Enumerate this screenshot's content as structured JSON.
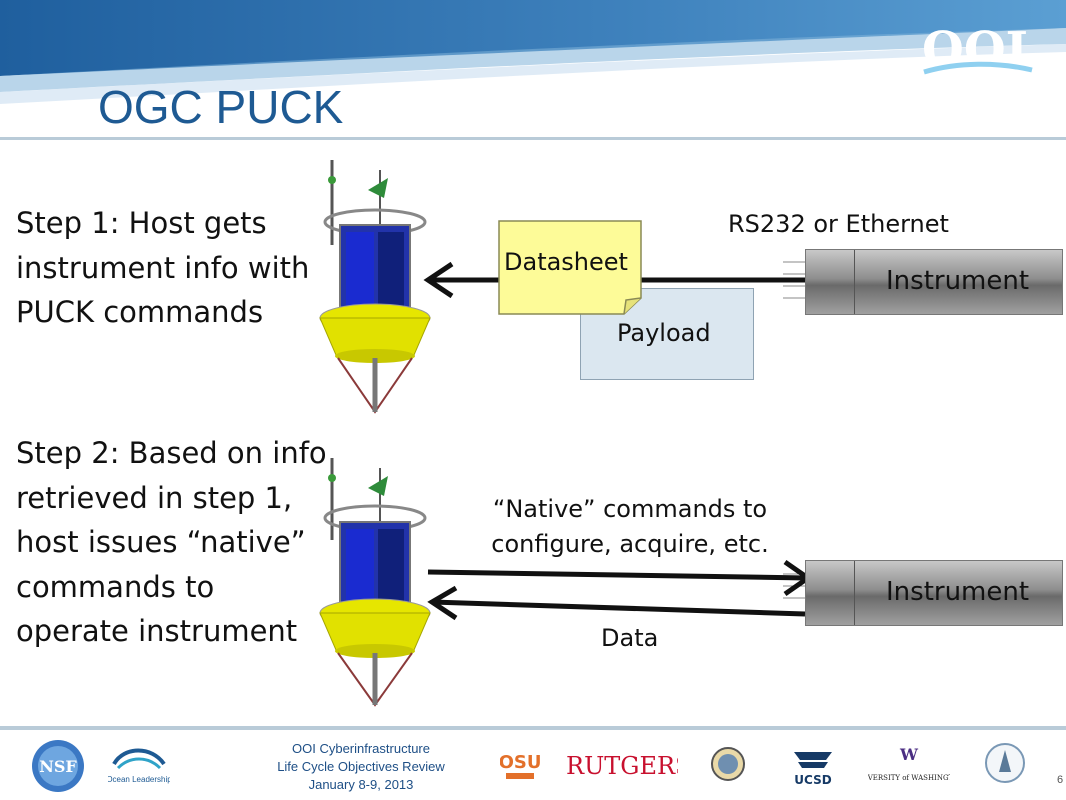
{
  "header": {
    "title": "OGC PUCK",
    "logo_text": "OOI"
  },
  "steps": {
    "step1": "Step 1: Host gets instrument info with PUCK commands",
    "step2": "Step 2: Based on info retrieved in step 1, host issues “native” commands to operate instrument"
  },
  "diagram": {
    "connection_label": "RS232 or Ethernet",
    "datasheet_label": "Datasheet",
    "payload_label": "Payload",
    "instrument_label_1": "Instrument",
    "instrument_label_2": "Instrument",
    "native_commands_label": "“Native” commands to configure, acquire, etc.",
    "data_label": "Data"
  },
  "footer": {
    "line1": "OOI Cyberinfrastructure",
    "line2": "Life Cycle Objectives Review",
    "line3": "January 8-9, 2013",
    "page_number": "6",
    "logos": [
      "NSF",
      "Ocean Leadership",
      "OSU",
      "RUTGERS",
      "UCSD",
      "UNIVERSITY of WASHINGTON"
    ]
  },
  "colors": {
    "title": "#1e5a93",
    "banner": "#2f6ea7",
    "payload_fill": "#dbe7f0",
    "datasheet_fill": "#fdfb98",
    "arrow": "#111111"
  }
}
